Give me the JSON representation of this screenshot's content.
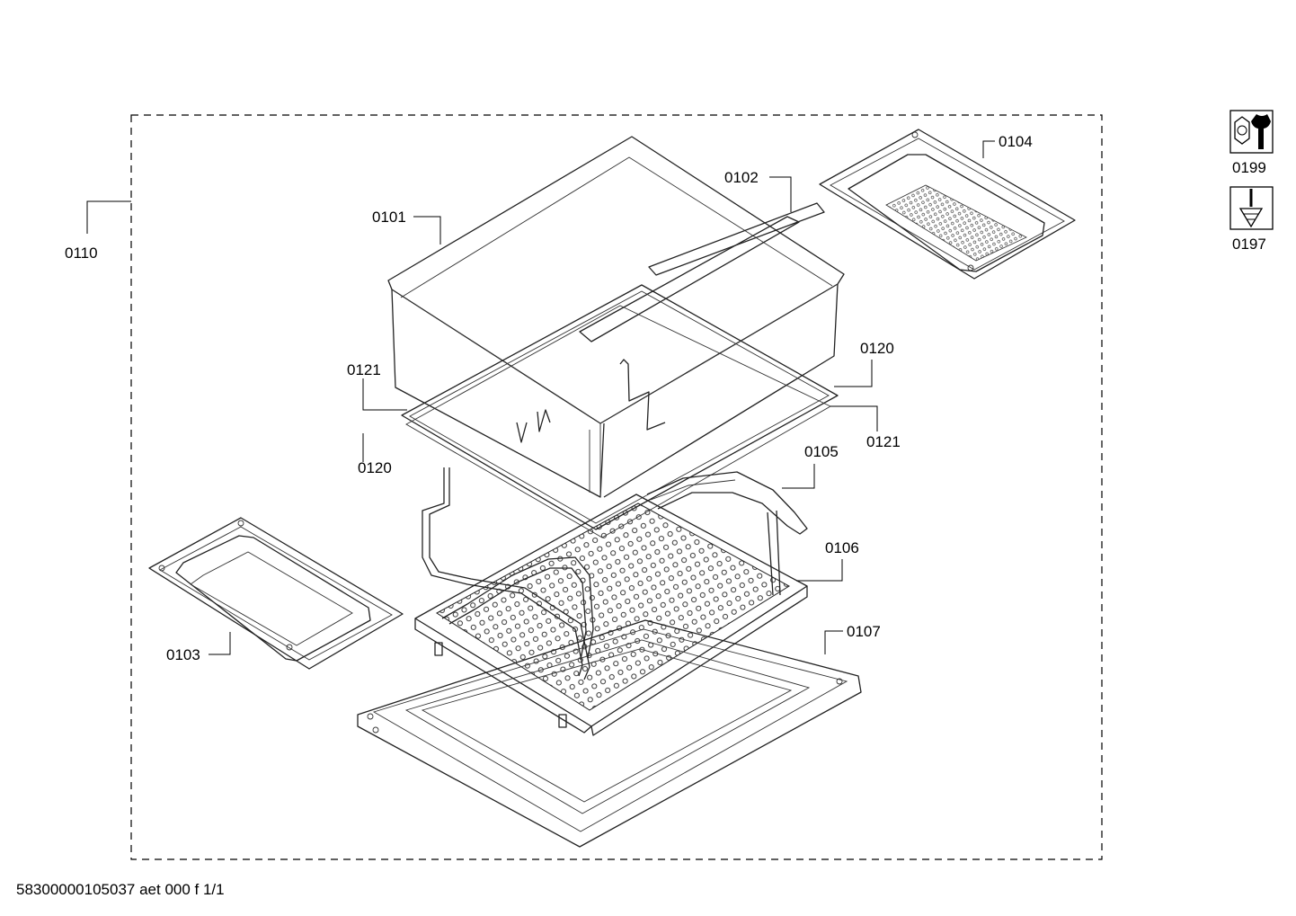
{
  "labels": {
    "p0101": "0101",
    "p0102": "0102",
    "p0103": "0103",
    "p0104": "0104",
    "p0105": "0105",
    "p0106": "0106",
    "p0107": "0107",
    "p0110": "0110",
    "p0120_right": "0120",
    "p0120_left": "0120",
    "p0121_left": "0121",
    "p0121_right": "0121",
    "p0199": "0199",
    "p0197": "0197"
  },
  "icons": {
    "service": "wrench-nut-icon",
    "screw": "screwdriver-screw-icon"
  },
  "footer": {
    "doc_code": "58300000105037 aet 000 f 1/1"
  }
}
